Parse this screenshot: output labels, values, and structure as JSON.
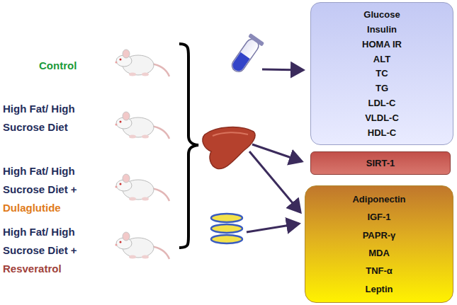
{
  "diagram": {
    "nodes": [
      {
        "text": [
          "Glucose",
          "Insulin",
          "HOMA IR",
          "ALT",
          "TC",
          "TG",
          "LDL-C",
          "VLDL-C",
          "HDL-C"
        ]
      },
      {
        "text": [
          "SIRT-1"
        ]
      },
      {
        "text": [
          "Adiponectin",
          "IGF-1",
          "PAPR-γ",
          "MDA",
          "TNF-α",
          "Leptin"
        ]
      }
    ],
    "labels": [
      "Control",
      "High Fat/ High Sucrose Diet",
      "High Fat/ High Sucrose Diet +",
      "Dulaglutide",
      "High Fat/ High Sucrose Diet +",
      "Resveratrol"
    ]
  }
}
